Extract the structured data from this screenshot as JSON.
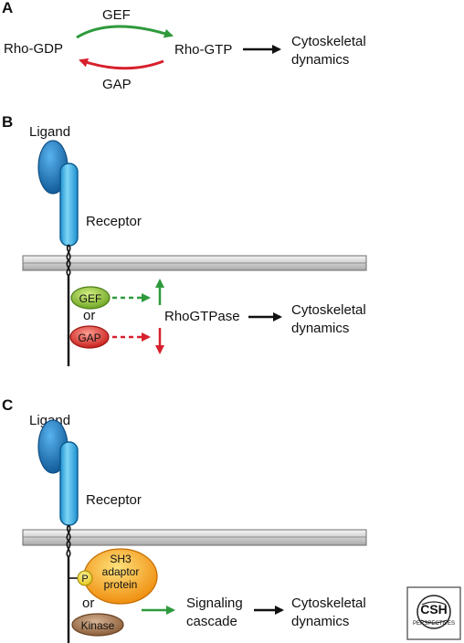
{
  "panel_a": {
    "letter": "A",
    "gef": "GEF",
    "gap": "GAP",
    "rho_gdp": "Rho-GDP",
    "rho_gtp": "Rho-GTP",
    "outcome_line1": "Cytoskeletal",
    "outcome_line2": "dynamics"
  },
  "panel_b": {
    "letter": "B",
    "ligand": "Ligand",
    "receptor": "Receptor",
    "gef": "GEF",
    "or": "or",
    "gap": "GAP",
    "rhogtpase": "RhoGTPase",
    "outcome_line1": "Cytoskeletal",
    "outcome_line2": "dynamics"
  },
  "panel_c": {
    "letter": "C",
    "ligand": "Ligand",
    "receptor": "Receptor",
    "phospho": "P",
    "sh3_line1": "SH3",
    "sh3_line2": "adaptor",
    "sh3_line3": "protein",
    "or": "or",
    "kinase": "Kinase",
    "signaling_line1": "Signaling",
    "signaling_line2": "cascade",
    "outcome_line1": "Cytoskeletal",
    "outcome_line2": "dynamics"
  },
  "logo": {
    "main": "CSH",
    "sub": "PERSPECTIVES"
  },
  "colors": {
    "green": "#2e9a3c",
    "red": "#d7202c",
    "receptor_blue": "#3ab4e6",
    "ligand_blue": "#1f7cc0",
    "membrane": "#d4d4d4",
    "gef_fill": "#96c23c",
    "gap_fill": "#e0483e",
    "sh3_fill": "#f5a81e",
    "kinase_fill": "#a57b55",
    "phospho_fill": "#f5e04a"
  }
}
